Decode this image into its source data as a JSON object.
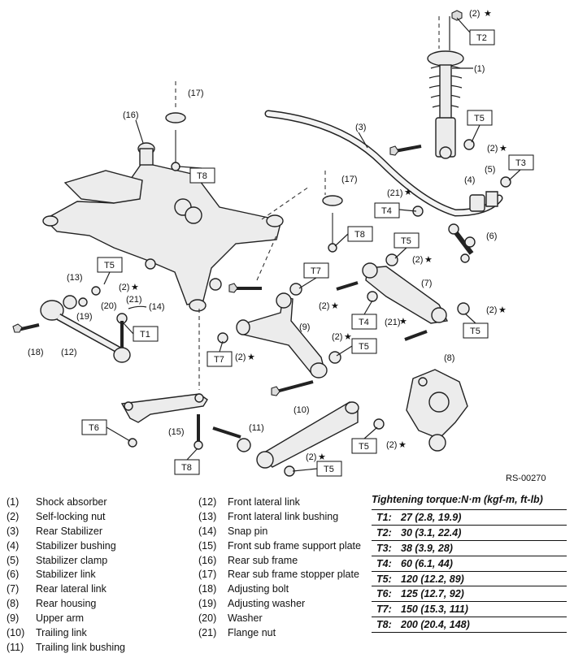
{
  "diagram": {
    "code": "RS-00270",
    "star": "★",
    "callouts": {
      "c1": "(1)",
      "c2": "(2)",
      "c3": "(3)",
      "c4": "(4)",
      "c5": "(5)",
      "c6": "(6)",
      "c7": "(7)",
      "c8": "(8)",
      "c9": "(9)",
      "c10": "(10)",
      "c11": "(11)",
      "c12": "(12)",
      "c13": "(13)",
      "c14": "(14)",
      "c15": "(15)",
      "c16": "(16)",
      "c17": "(17)",
      "c18": "(18)",
      "c19": "(19)",
      "c20": "(20)",
      "c21": "(21)"
    },
    "torque_tags": {
      "T1": "T1",
      "T2": "T2",
      "T3": "T3",
      "T4": "T4",
      "T5": "T5",
      "T6": "T6",
      "T7": "T7",
      "T8": "T8"
    }
  },
  "legend": [
    {
      "num": "(1)",
      "name": "Shock absorber"
    },
    {
      "num": "(2)",
      "name": "Self-locking nut"
    },
    {
      "num": "(3)",
      "name": "Rear Stabilizer"
    },
    {
      "num": "(4)",
      "name": "Stabilizer bushing"
    },
    {
      "num": "(5)",
      "name": "Stabilizer clamp"
    },
    {
      "num": "(6)",
      "name": "Stabilizer link"
    },
    {
      "num": "(7)",
      "name": "Rear lateral link"
    },
    {
      "num": "(8)",
      "name": "Rear housing"
    },
    {
      "num": "(9)",
      "name": "Upper arm"
    },
    {
      "num": "(10)",
      "name": "Trailing link"
    },
    {
      "num": "(11)",
      "name": "Trailing link bushing"
    },
    {
      "num": "(12)",
      "name": "Front lateral link"
    },
    {
      "num": "(13)",
      "name": "Front lateral link bushing"
    },
    {
      "num": "(14)",
      "name": "Snap pin"
    },
    {
      "num": "(15)",
      "name": "Front sub frame support plate"
    },
    {
      "num": "(16)",
      "name": "Rear sub frame"
    },
    {
      "num": "(17)",
      "name": "Rear sub frame stopper plate"
    },
    {
      "num": "(18)",
      "name": "Adjusting bolt"
    },
    {
      "num": "(19)",
      "name": "Adjusting washer"
    },
    {
      "num": "(20)",
      "name": "Washer"
    },
    {
      "num": "(21)",
      "name": "Flange nut"
    }
  ],
  "torque": {
    "title": "Tightening torque:N·m (kgf-m, ft-lb)",
    "rows": [
      {
        "code": "T1:",
        "value": "27 (2.8, 19.9)"
      },
      {
        "code": "T2:",
        "value": "30 (3.1, 22.4)"
      },
      {
        "code": "T3:",
        "value": "38 (3.9, 28)"
      },
      {
        "code": "T4:",
        "value": "60 (6.1, 44)"
      },
      {
        "code": "T5:",
        "value": "120 (12.2, 89)"
      },
      {
        "code": "T6:",
        "value": "125 (12.7, 92)"
      },
      {
        "code": "T7:",
        "value": "150 (15.3, 111)"
      },
      {
        "code": "T8:",
        "value": "200 (20.4, 148)"
      }
    ]
  }
}
